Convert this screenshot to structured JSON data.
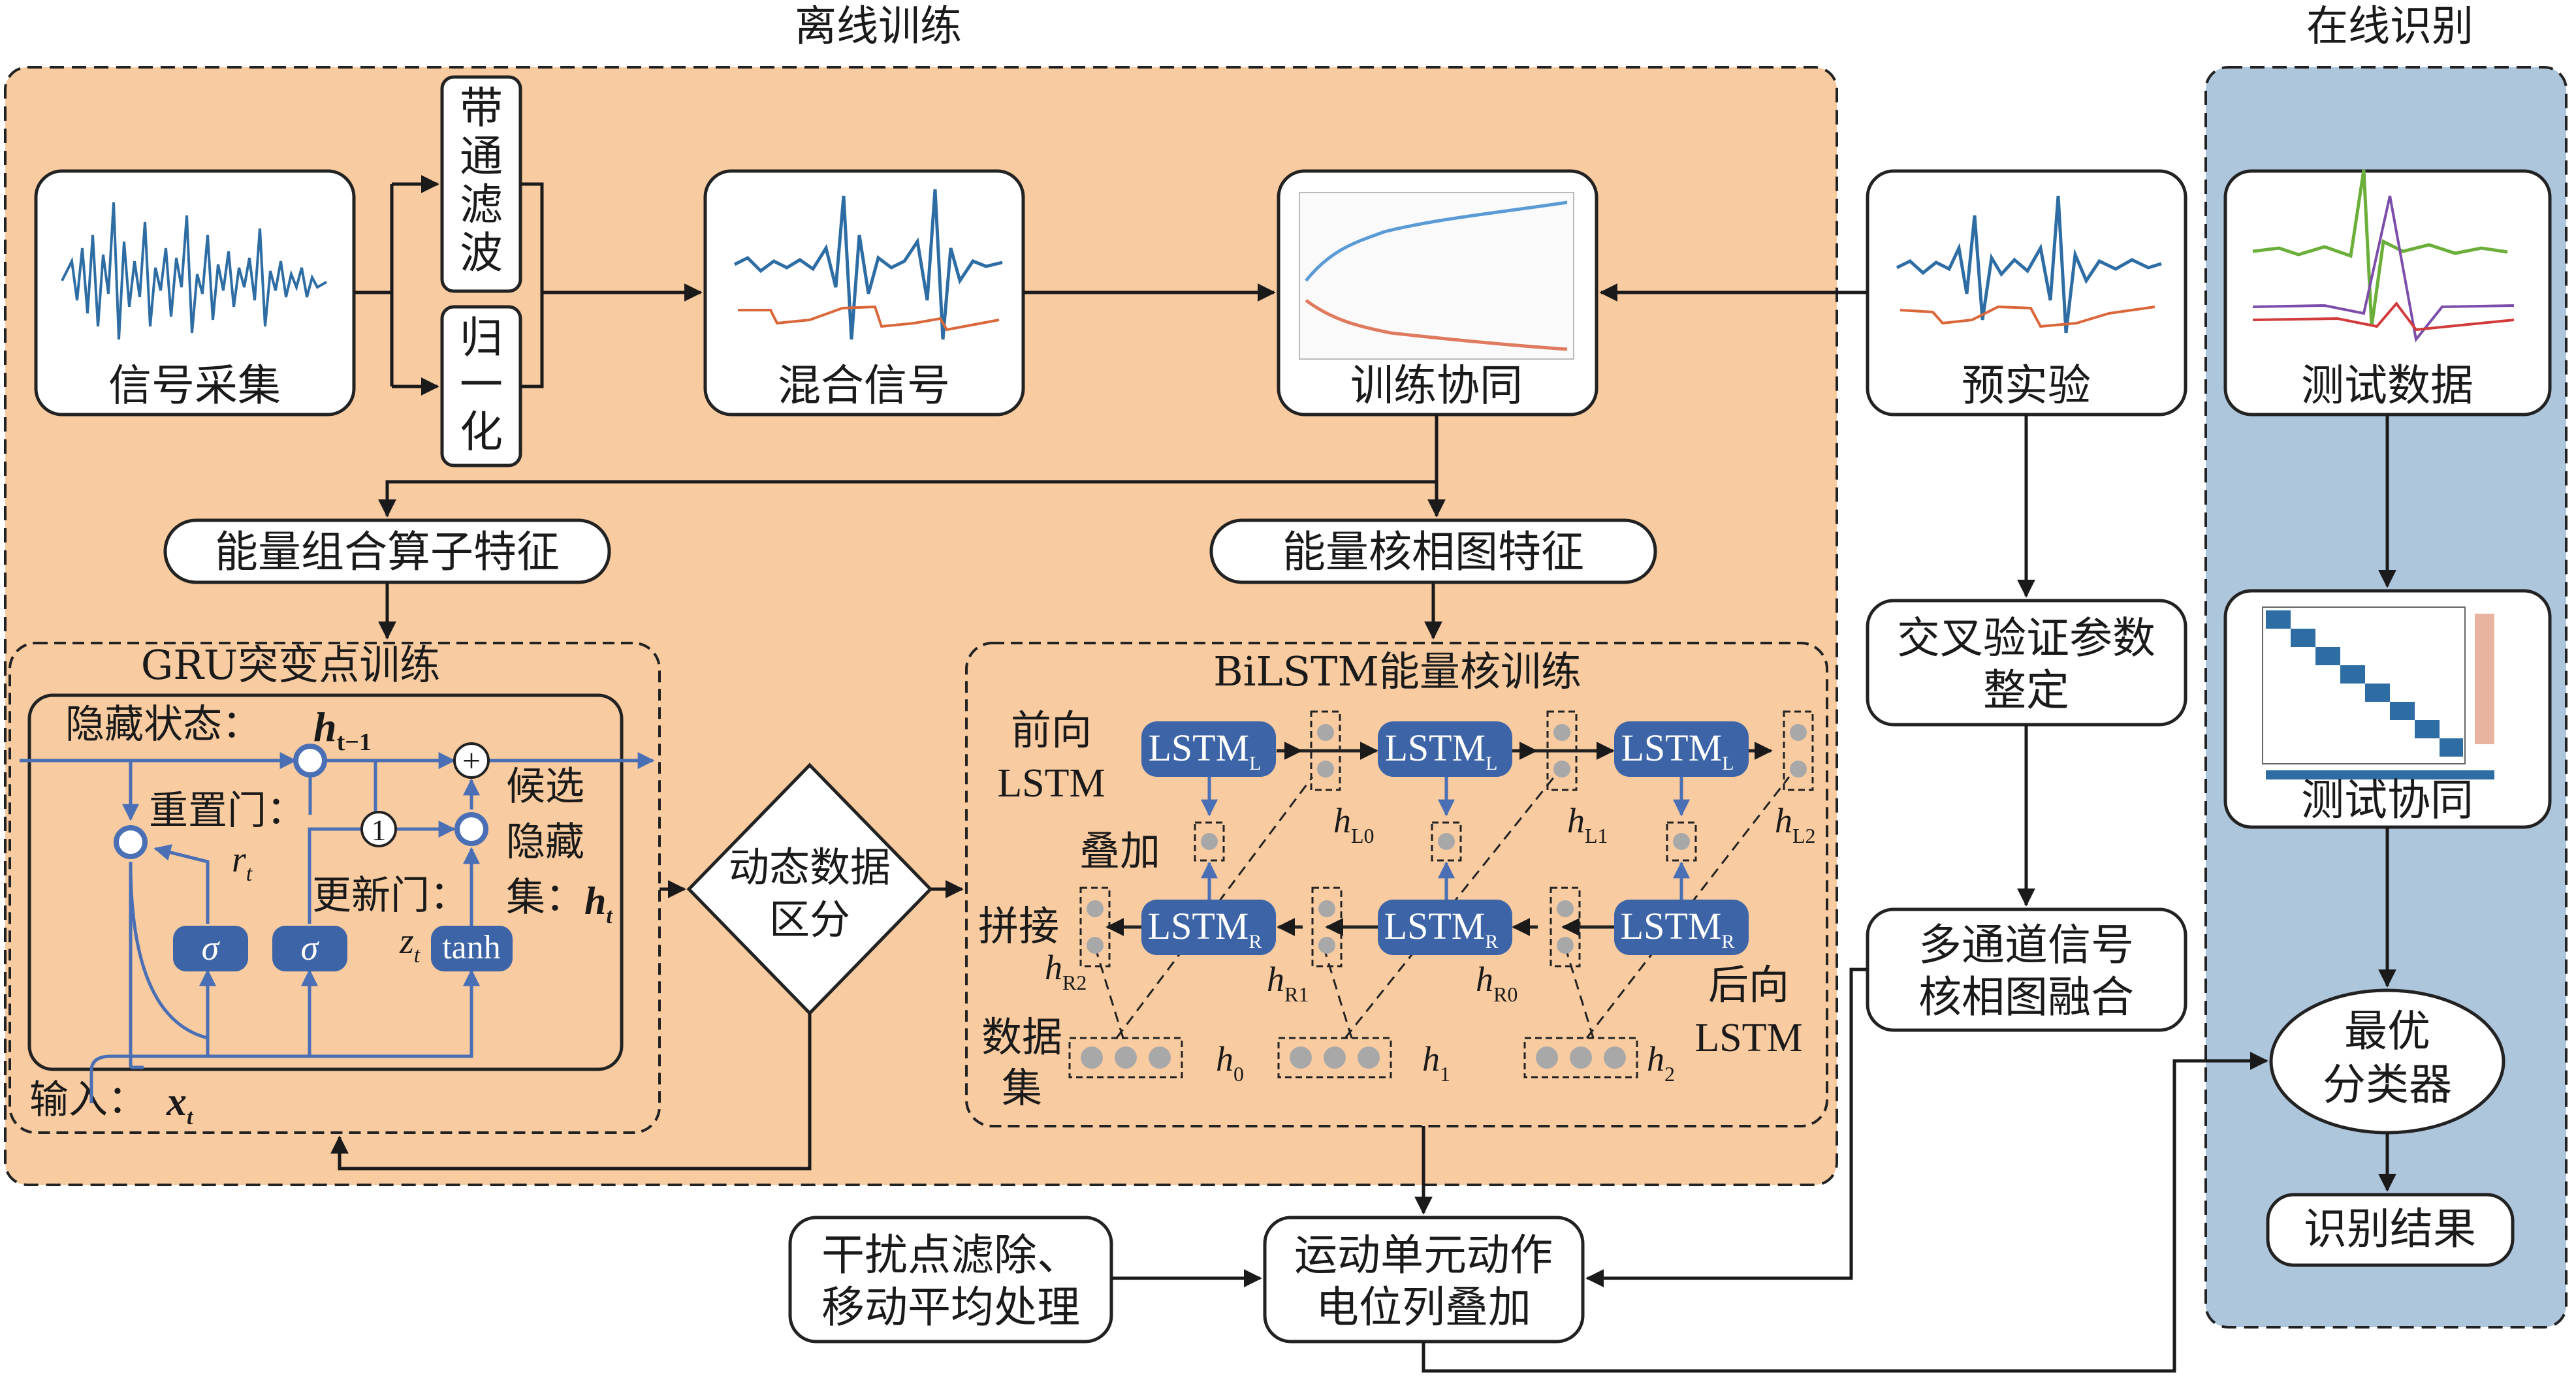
{
  "colors": {
    "offline_bg": "#F8CBA0",
    "online_bg": "#AEC6DC",
    "lstm_fill": "#3D64A6",
    "line": "#1a1a1a",
    "accent_line": "#4A6FB5",
    "node": "#A8A8A8"
  },
  "sections": {
    "offline": "离线训练",
    "online": "在线识别"
  },
  "boxes": {
    "signal": "信号采集",
    "bandpass": [
      "带",
      "通",
      "滤",
      "波"
    ],
    "normalize": [
      "归",
      "一",
      "化"
    ],
    "mixed": "混合信号",
    "train": "训练协同",
    "pre": "预实验",
    "cross": [
      "交叉验证参数",
      "整定"
    ],
    "fusion": [
      "多通道信号",
      "核相图融合"
    ],
    "test_data": "测试数据",
    "test_sync": "测试协同",
    "classifier": [
      "最优",
      "分类器"
    ],
    "result": "识别结果",
    "energy_op": "能量组合算子特征",
    "energy_phase": "能量核相图特征",
    "dyn": [
      "动态数据",
      "区分"
    ],
    "filter": [
      "干扰点滤除、",
      "移动平均处理"
    ],
    "motion": [
      "运动单元动作",
      "电位列叠加"
    ]
  },
  "gru": {
    "title": "GRU突变点训练",
    "hidden": "隐藏状态：",
    "h_prev": "h",
    "h_prev_sub": "t−1",
    "reset": "重置门：",
    "r": "r",
    "r_sub": "t",
    "update": "更新门：",
    "z": "z",
    "z_sub": "t",
    "cand": [
      "候选",
      "隐藏",
      "集："
    ],
    "h_t": "h",
    "h_t_sub": "t",
    "input": "输入：",
    "x": "x",
    "x_sub": "t",
    "sigma": "σ",
    "tanh": "tanh",
    "one": "1",
    "plus": "+"
  },
  "bilstm": {
    "title": "BiLSTM能量核训练",
    "forward": [
      "前向",
      "LSTM"
    ],
    "backward": [
      "后向",
      "LSTM"
    ],
    "stack": "叠加",
    "concat": "拼接",
    "dataset": [
      "数据",
      "集"
    ],
    "lstm": "LSTM",
    "lstm_l": "L",
    "lstm_r": "R",
    "hl": [
      {
        "h": "h",
        "sub": "L0"
      },
      {
        "h": "h",
        "sub": "L1"
      },
      {
        "h": "h",
        "sub": "L2"
      }
    ],
    "hr": [
      {
        "h": "h",
        "sub": "R2"
      },
      {
        "h": "h",
        "sub": "R1"
      },
      {
        "h": "h",
        "sub": "R0"
      }
    ],
    "h": [
      {
        "h": "h",
        "sub": "0"
      },
      {
        "h": "h",
        "sub": "1"
      },
      {
        "h": "h",
        "sub": "2"
      }
    ]
  }
}
